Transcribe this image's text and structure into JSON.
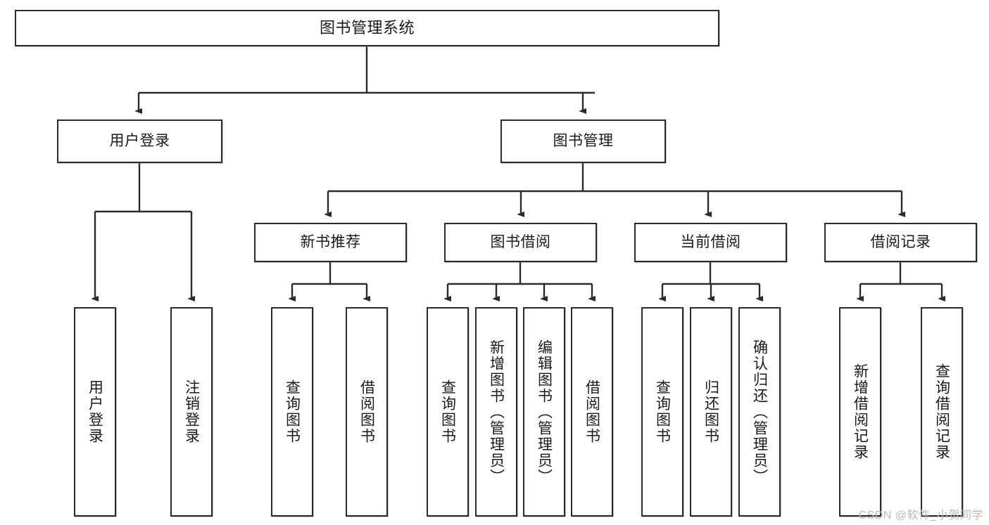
{
  "diagram": {
    "title": "图书管理系统",
    "type": "tree-hierarchy",
    "root": {
      "id": "root",
      "label": "图书管理系统"
    },
    "level2": [
      {
        "id": "user-login",
        "label": "用户登录"
      },
      {
        "id": "book-management",
        "label": "图书管理"
      }
    ],
    "level3": [
      {
        "id": "new-book-recommend",
        "label": "新书推荐",
        "parent": "book-management"
      },
      {
        "id": "book-borrow",
        "label": "图书借阅",
        "parent": "book-management"
      },
      {
        "id": "current-borrow",
        "label": "当前借阅",
        "parent": "book-management"
      },
      {
        "id": "borrow-record",
        "label": "借阅记录",
        "parent": "book-management"
      }
    ],
    "leaves": {
      "user_login": [
        {
          "id": "leaf-user-login",
          "label": "用户登录"
        },
        {
          "id": "leaf-user-logout",
          "label": "注销登录"
        }
      ],
      "new_book_recommend": [
        {
          "id": "leaf-query-book-1",
          "label": "查询图书"
        },
        {
          "id": "leaf-borrow-book-1",
          "label": "借阅图书"
        }
      ],
      "book_borrow": [
        {
          "id": "leaf-query-book-2",
          "label": "查询图书"
        },
        {
          "id": "leaf-add-book",
          "label": "新增图书（管理员）"
        },
        {
          "id": "leaf-edit-book",
          "label": "编辑图书（管理员）"
        },
        {
          "id": "leaf-borrow-book-2",
          "label": "借阅图书"
        }
      ],
      "current_borrow": [
        {
          "id": "leaf-query-book-3",
          "label": "查询图书"
        },
        {
          "id": "leaf-return-book",
          "label": "归还图书"
        },
        {
          "id": "leaf-confirm-return",
          "label": "确认归还（管理员）"
        }
      ],
      "borrow_record": [
        {
          "id": "leaf-add-record",
          "label": "新增借阅记录"
        },
        {
          "id": "leaf-query-record",
          "label": "查询借阅记录"
        }
      ]
    }
  },
  "watermark": {
    "text": "CSDN @软件_小贺同学"
  },
  "colors": {
    "stroke": "#2b2b2b",
    "background": "#ffffff",
    "text": "#1a1a1a",
    "watermark": "#b9b9b9"
  }
}
